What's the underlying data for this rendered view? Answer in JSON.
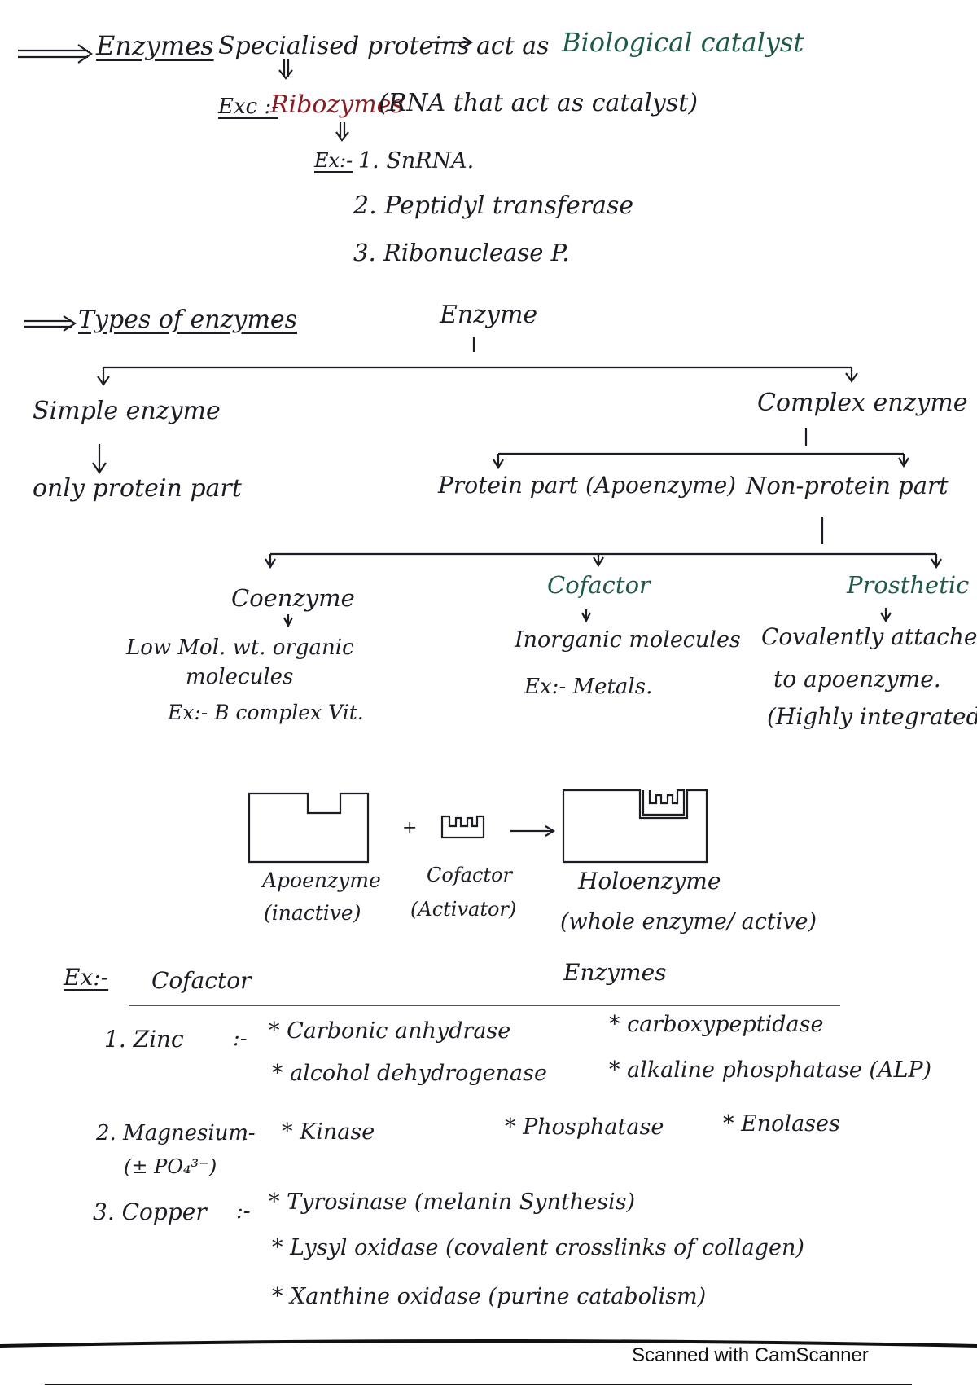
{
  "intro": {
    "heading": "Enzymes",
    "definition": "Specialised proteins",
    "role_prefix": "act as",
    "role_highlight": "Biological catalyst",
    "exception_label": "Exc :-",
    "exception_term": "Ribozymes",
    "exception_note": "(RNA that act as catalyst)",
    "examples_label": "Ex:-",
    "examples": [
      "1. SnRNA.",
      "2. Peptidyl transferase",
      "3. Ribonuclease P."
    ]
  },
  "types": {
    "heading": "Types of enzymes",
    "root": "Enzyme",
    "simple": "Simple enzyme",
    "simple_desc": "only protein part",
    "complex": "Complex enzyme",
    "protein_part": "Protein part (Apoenzyme)",
    "non_protein_part": "Non-protein part",
    "coenzyme": {
      "title": "Coenzyme",
      "lines": [
        "Low Mol. wt. organic",
        "molecules",
        "Ex:- B complex Vit."
      ]
    },
    "cofactor": {
      "title": "Cofactor",
      "lines": [
        "Inorganic molecules",
        "Ex:- Metals."
      ]
    },
    "prosthetic": {
      "title": "Prosthetic",
      "lines": [
        "Covalently attached",
        "to apoenzyme.",
        "(Highly integrated)"
      ]
    }
  },
  "diagram": {
    "apoenzyme": "Apoenzyme",
    "apoenzyme_note": "(inactive)",
    "plus": "+",
    "cofactor": "Cofactor",
    "cofactor_note": "(Activator)",
    "holoenzyme": "Holoenzyme",
    "holoenzyme_note": "(whole enzyme/ active)"
  },
  "examples_table": {
    "label": "Ex:-",
    "col_cofactor": "Cofactor",
    "col_enzymes": "Enzymes",
    "zinc": {
      "name": "1. Zinc",
      "items": [
        "* Carbonic anhydrase",
        "* alcohol dehydrogenase",
        "* carboxypeptidase",
        "* alkaline phosphatase (ALP)"
      ]
    },
    "magnesium": {
      "name": "2. Magnesium",
      "note": "(± PO₄³⁻)",
      "items": [
        "* Kinase",
        "* Phosphatase",
        "* Enolases"
      ]
    },
    "copper": {
      "name": "3. Copper",
      "items": [
        "* Tyrosinase (melanin Synthesis)",
        "* Lysyl oxidase (covalent crosslinks of collagen)",
        "* Xanthine oxidase (purine catabolism)"
      ]
    }
  },
  "footer": "Scanned with CamScanner",
  "colors": {
    "ink": "#1c1c24",
    "red_ink": "#8a1e24",
    "green_ink": "#1e5a48"
  }
}
